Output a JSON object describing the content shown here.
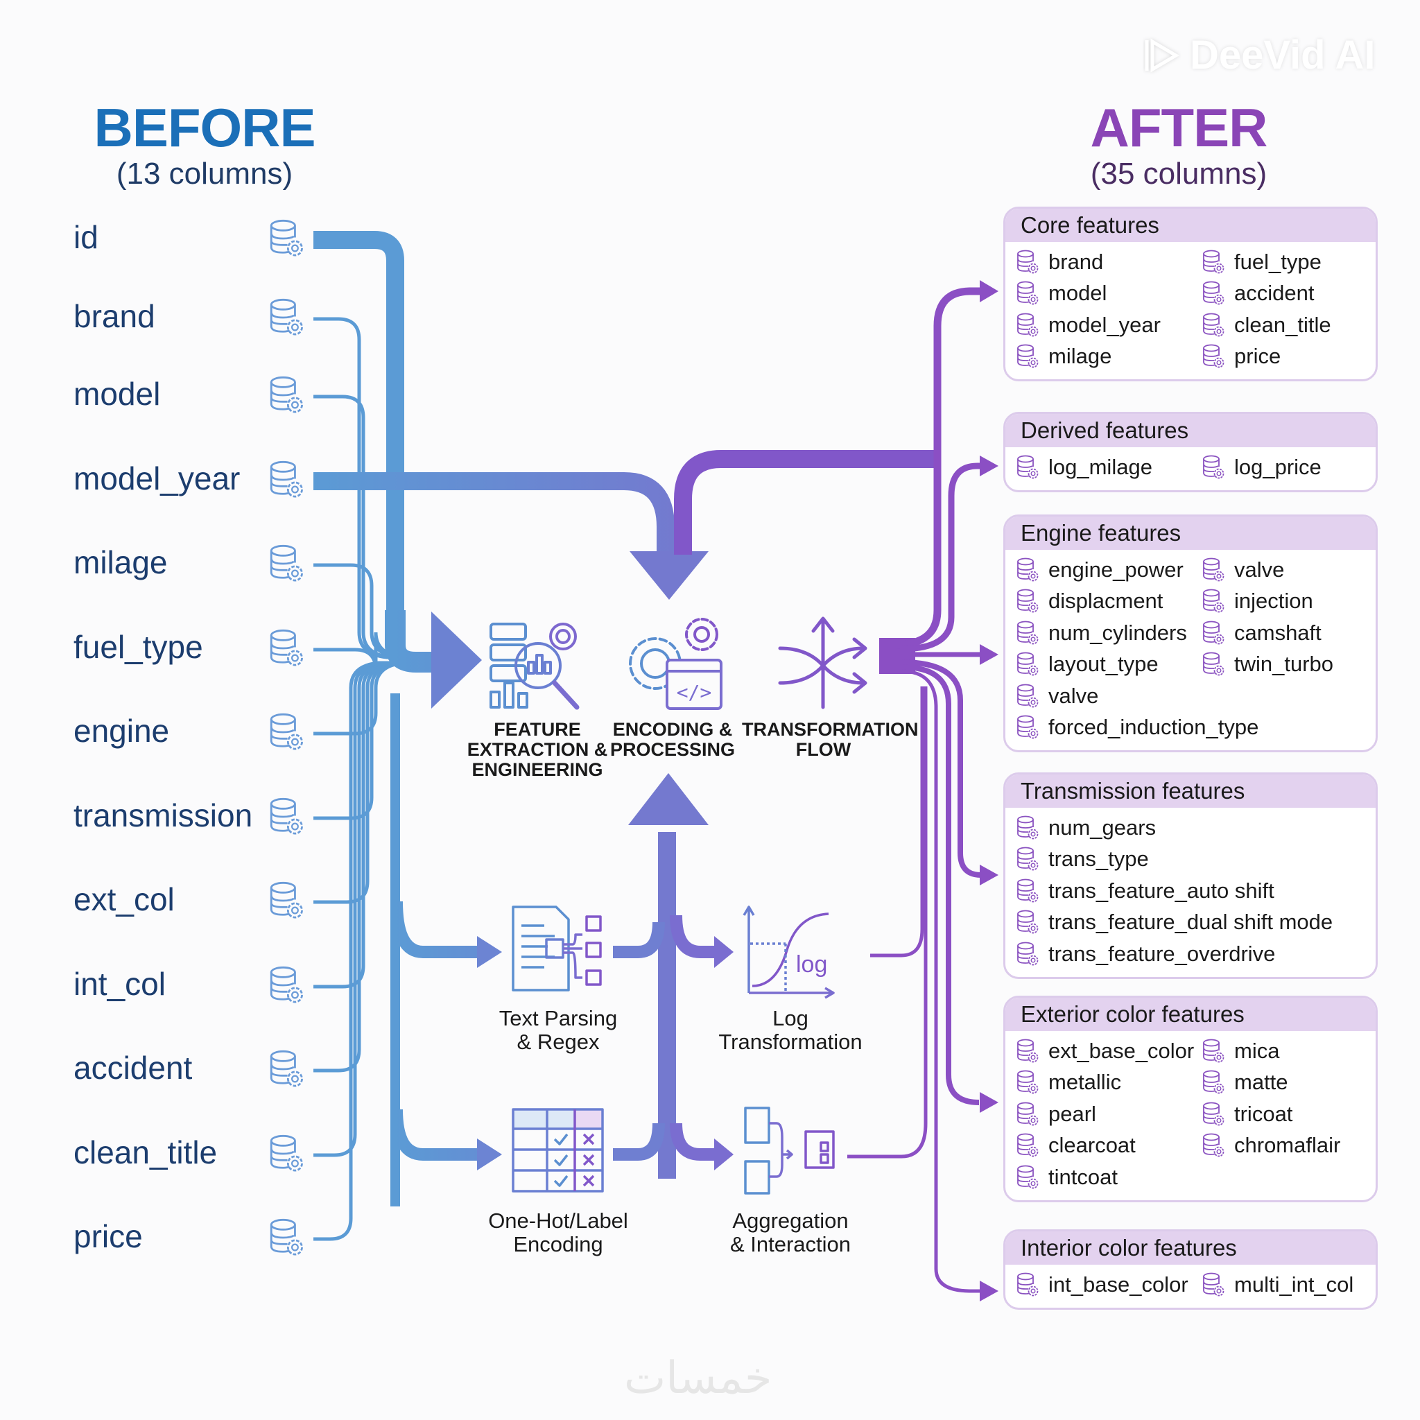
{
  "before": {
    "title": "BEFORE",
    "subtitle": "(13 columns)"
  },
  "after": {
    "title": "AFTER",
    "subtitle": "(35 columns)"
  },
  "source_columns": [
    "id",
    "brand",
    "model",
    "model_year",
    "milage",
    "fuel_type",
    "engine",
    "transmission",
    "ext_col",
    "int_col",
    "accident",
    "clean_title",
    "price"
  ],
  "stages": {
    "feature_extraction": "FEATURE\nEXTRACTION &\nENGINEERING",
    "encoding": "ENCODING &\nPROCESSING",
    "transformation": "TRANSFORMATION\nFLOW",
    "text_parsing": "Text Parsing\n& Regex",
    "log_transform": "Log\nTransformation",
    "one_hot": "One-Hot/Label\nEncoding",
    "aggregation": "Aggregation\n& Interaction"
  },
  "log_icon_text": "log",
  "panels": [
    {
      "title": "Core features",
      "layout": "two-col",
      "items": [
        "brand",
        "fuel_type",
        "model",
        "accident",
        "model_year",
        "clean_title",
        "milage",
        "price"
      ]
    },
    {
      "title": "Derived features",
      "layout": "two-col",
      "items": [
        "log_milage",
        "log_price"
      ]
    },
    {
      "title": "Engine features",
      "layout": "two-col",
      "items": [
        "engine_power",
        "valve",
        "displacment",
        "injection",
        "num_cylinders",
        "camshaft",
        "layout_type",
        "twin_turbo",
        "valve",
        "",
        "forced_induction_type"
      ]
    },
    {
      "title": "Transmission features",
      "layout": "single",
      "items": [
        "num_gears",
        "trans_type",
        "trans_feature_auto shift",
        "trans_feature_dual shift mode",
        "trans_feature_overdrive"
      ]
    },
    {
      "title": "Exterior color features",
      "layout": "two-col",
      "items": [
        "ext_base_color",
        "mica",
        "metallic",
        "matte",
        "pearl",
        "tricoat",
        "clearcoat",
        "chromaflair",
        "tintcoat"
      ]
    },
    {
      "title": "Interior color features",
      "layout": "two-col",
      "items": [
        "int_base_color",
        "multi_int_col"
      ]
    }
  ],
  "watermarks": {
    "top_right": "DeeVid AI",
    "bottom": "خمسات"
  },
  "colors": {
    "before_accent": "#1b6fb8",
    "after_accent": "#8a45b6",
    "flow_blue": "#5b9bd5",
    "flow_purple": "#8b4fc4",
    "panel_header": "#e3d2ef"
  }
}
